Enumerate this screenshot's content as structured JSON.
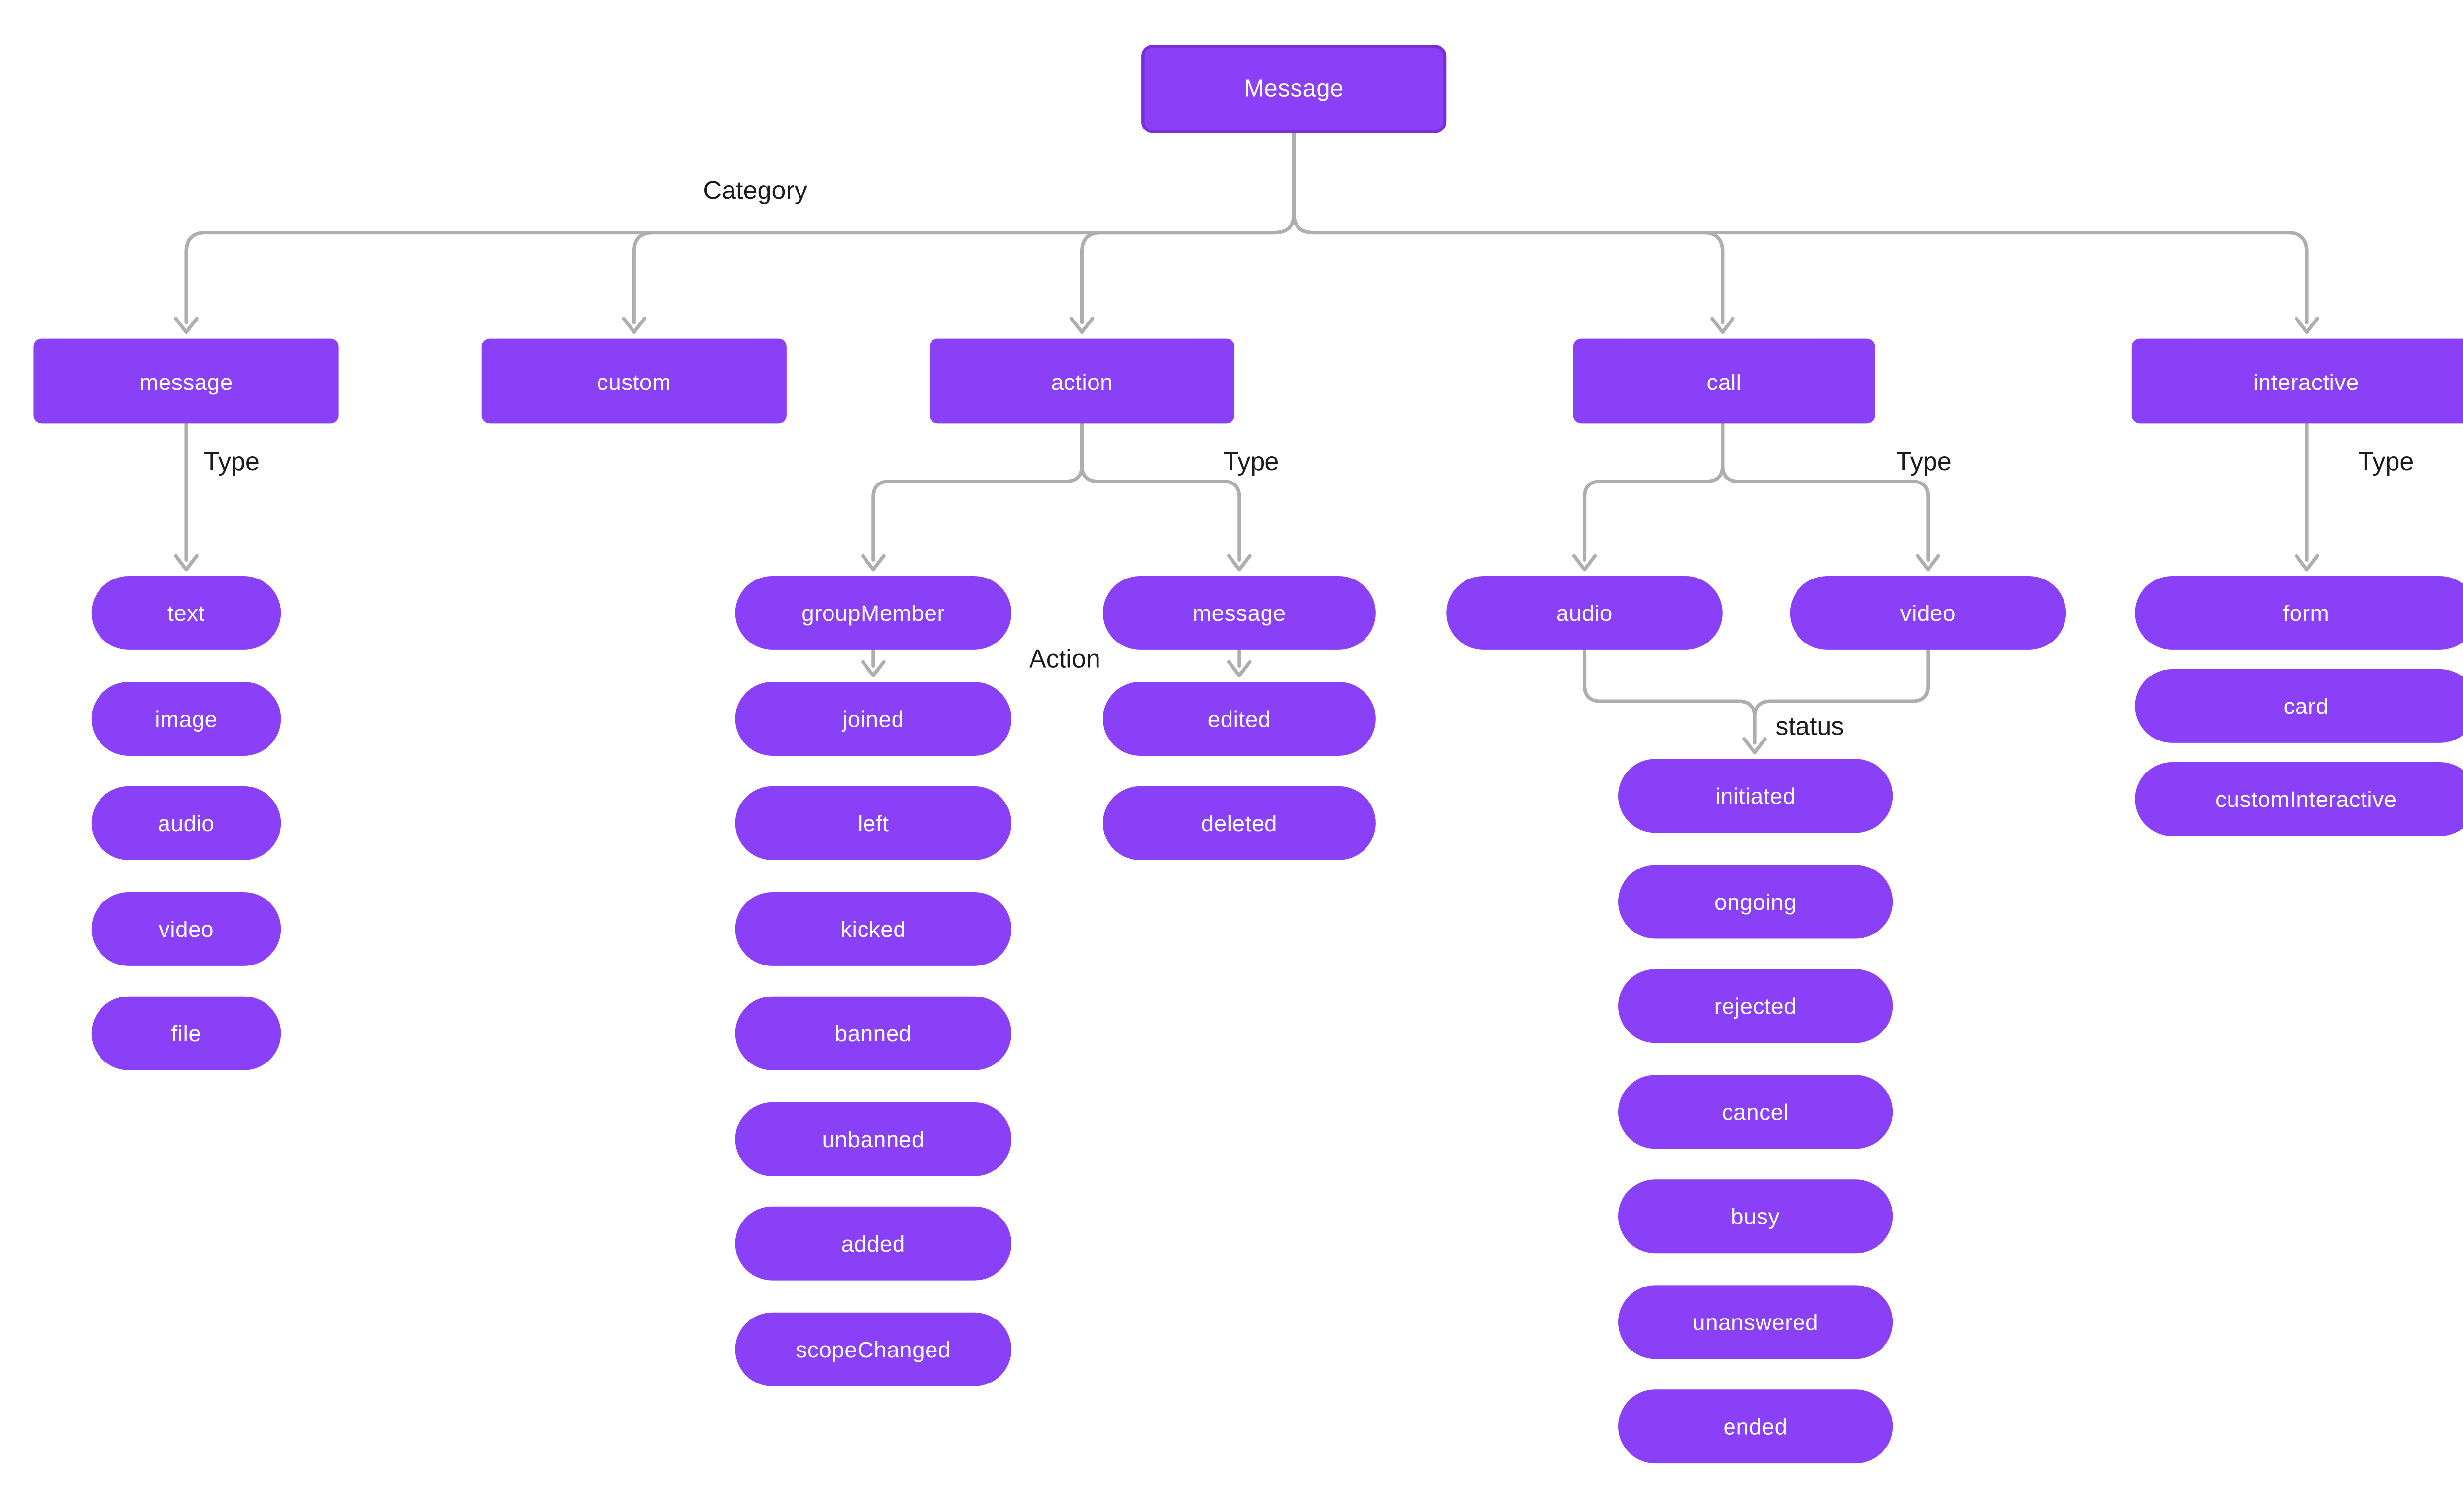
{
  "root": {
    "label": "Message"
  },
  "labels": {
    "category": "Category",
    "type": "Type",
    "action": "Action",
    "status": "status"
  },
  "categories": [
    "message",
    "custom",
    "action",
    "call",
    "interactive"
  ],
  "nodes": {
    "message_types": [
      "text",
      "image",
      "audio",
      "video",
      "file"
    ],
    "action_children": [
      "groupMember",
      "message"
    ],
    "group_member_actions": [
      "joined",
      "left",
      "kicked",
      "banned",
      "unbanned",
      "added",
      "scopeChanged"
    ],
    "action_message_types": [
      "edited",
      "deleted"
    ],
    "call_types": [
      "audio",
      "video"
    ],
    "call_statuses": [
      "initiated",
      "ongoing",
      "rejected",
      "cancel",
      "busy",
      "unanswered",
      "ended"
    ],
    "interactive_types": [
      "form",
      "card",
      "customInteractive"
    ]
  },
  "colors": {
    "node_fill": "#8a40f7",
    "root_border": "#7a2ed8",
    "node_text": "#ffffff",
    "connector": "#aeaeae",
    "label_text": "#1c1c1c",
    "background": "#ffffff"
  }
}
